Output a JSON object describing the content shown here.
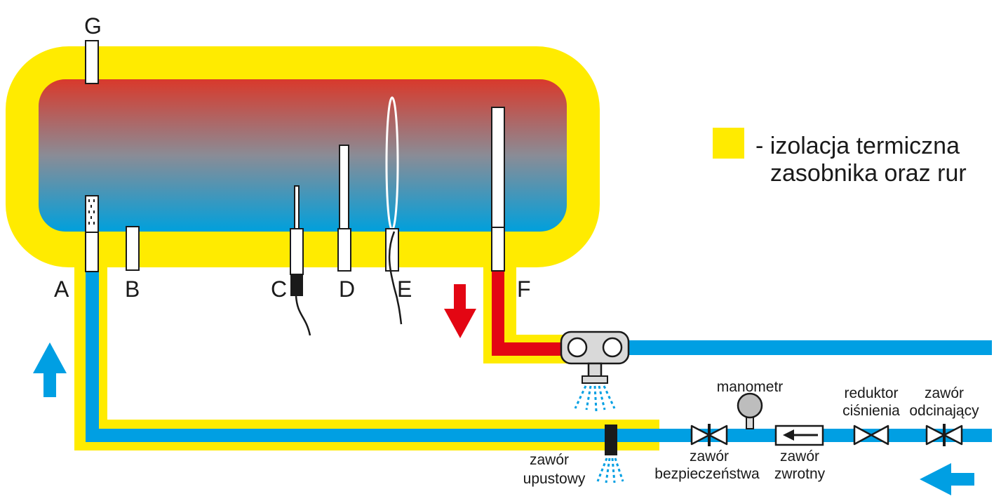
{
  "colors": {
    "insulation": "#ffeb00",
    "cold_water": "#009fe3",
    "hot_water": "#e30613",
    "tank_top": "#d9392b",
    "tank_bottom": "#00a0dc",
    "fitting": "#d9d9d9",
    "outline": "#1a1a1a"
  },
  "connections": {
    "A": "A",
    "B": "B",
    "C": "C",
    "D": "D",
    "E": "E",
    "F": "F",
    "G": "G"
  },
  "legend": {
    "line1": "- izolacja termiczna",
    "line2": "zasobnika oraz rur"
  },
  "components": {
    "manometer": "manometr",
    "reducer_line1": "reduktor",
    "reducer_line2": "ciśnienia",
    "shutoff_line1": "zawór",
    "shutoff_line2": "odcinający",
    "drain_line1": "zawór",
    "drain_line2": "upustowy",
    "safety_line1": "zawór",
    "safety_line2": "bezpieczeństwa",
    "check_line1": "zawór",
    "check_line2": "zwrotny"
  },
  "icons": {
    "flow_up": "blue-arrow-up-icon",
    "flow_down": "red-arrow-down-icon",
    "flow_left": "blue-arrow-left-icon"
  }
}
